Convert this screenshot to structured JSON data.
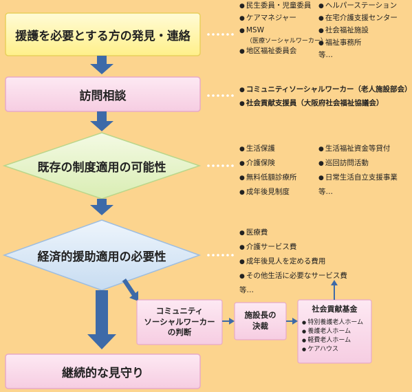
{
  "steps": [
    {
      "label": "援護を必要とする方の発見・連絡"
    },
    {
      "label": "訪問相談"
    },
    {
      "label": "既存の制度適用の可能性"
    },
    {
      "label": "経済的援助適用の必要性"
    },
    {
      "label": "継続的な見守り"
    }
  ],
  "step1_items": {
    "col1": [
      "民生委員・児童委員",
      "ケアマネジャー",
      "MSW",
      "地区福祉委員会"
    ],
    "note": "（医療ソーシャルワーカー）",
    "col2": [
      "ヘルパーステーション",
      "在宅介護支援センター",
      "社会福祉施設",
      "福祉事務所"
    ],
    "etc": "等…"
  },
  "step2_items": [
    "コミュニティソーシャルワーカー（老人施設部会）",
    "社会貢献支援員（大阪府社会福祉協議会）"
  ],
  "step3_items": {
    "col1": [
      "生活保護",
      "介護保険",
      "無料低額診療所",
      "成年後見制度"
    ],
    "col2": [
      "生活福祉資金等貸付",
      "巡回訪問活動",
      "日常生活自立支援事業"
    ],
    "etc": "等…"
  },
  "step4_items": {
    "list": [
      "医療費",
      "介護サービス費",
      "成年後見人を定める費用",
      "その他生活に必要なサービス費"
    ],
    "etc": "等…"
  },
  "sub_boxes": {
    "csw": [
      "コミュニティ",
      "ソーシャルワーカー",
      "の判断"
    ],
    "director": [
      "施設長の",
      "決裁"
    ],
    "fund_title": "社会貢献基金",
    "fund_items": [
      "特別養護老人ホーム",
      "養護老人ホーム",
      "軽費老人ホーム",
      "ケアハウス"
    ]
  },
  "colors": {
    "background": "#fcd48e",
    "yellow_box": "#fff3a8",
    "pink_box": "#f9d9ea",
    "green_diamond": "#e6f3c8",
    "blue_diamond": "#d6e6f6",
    "arrow": "#3d6aa8"
  }
}
